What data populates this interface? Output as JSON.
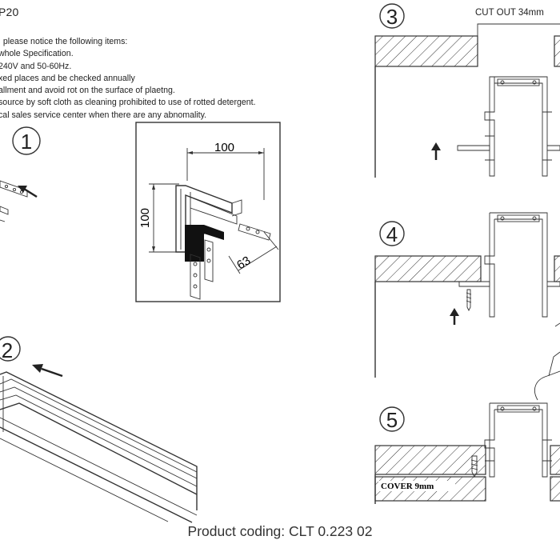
{
  "header": {
    "title": "P20",
    "notes": [
      ", please notice the following items:",
      "whole Specification.",
      "240V and 50-60Hz.",
      "xed places and be checked annually",
      "allment and avoid rot on the surface of plaetng.",
      "source by soft cloth as cleaning prohibited to use of rotted detergent.",
      "cal sales service center when there are any abnomality."
    ]
  },
  "steps": [
    "1",
    "2",
    "3",
    "4",
    "5"
  ],
  "detail": {
    "dim_width": "100",
    "dim_height": "100",
    "dim_depth": "63"
  },
  "step3": {
    "cut_out": "CUT OUT 34mm"
  },
  "step5": {
    "cover": "COVER 9mm"
  },
  "footer": {
    "product_coding": "Product coding: CLT 0.223 02"
  }
}
